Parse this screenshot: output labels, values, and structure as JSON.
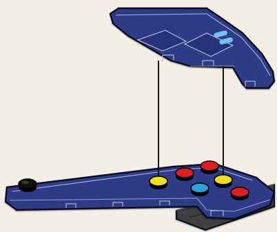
{
  "illustration": {
    "colors": {
      "background": "#f3efe6",
      "brick_blue": "#2e3a86",
      "brick_blue_dark": "#1f2860",
      "brick_edge": "#c7cde6",
      "outline": "#0c0f24",
      "stud_yellow": "#f1df1a",
      "stud_red": "#e11c22",
      "stud_blue": "#2aa3e0",
      "stud_black": "#111111",
      "grey_plate": "#3f3f3f",
      "window_light_blue": "#6ec4f0"
    },
    "parts": [
      {
        "name": "top-wing-piece",
        "color": "brick_blue"
      },
      {
        "name": "bottom-wedge-plate",
        "color": "brick_blue"
      },
      {
        "name": "grey-base-plate",
        "color": "grey_plate"
      }
    ],
    "studs": [
      {
        "name": "stud-black-tip",
        "color": "stud_black"
      },
      {
        "name": "stud-yellow-left",
        "color": "stud_yellow"
      },
      {
        "name": "stud-red-upper-left",
        "color": "stud_red"
      },
      {
        "name": "stud-red-upper-right",
        "color": "stud_red"
      },
      {
        "name": "stud-blue-center",
        "color": "stud_blue"
      },
      {
        "name": "stud-yellow-right",
        "color": "stud_yellow"
      },
      {
        "name": "stud-red-right",
        "color": "stud_red"
      }
    ],
    "connectors": [
      {
        "name": "connector-line-left"
      },
      {
        "name": "connector-line-right"
      }
    ]
  }
}
